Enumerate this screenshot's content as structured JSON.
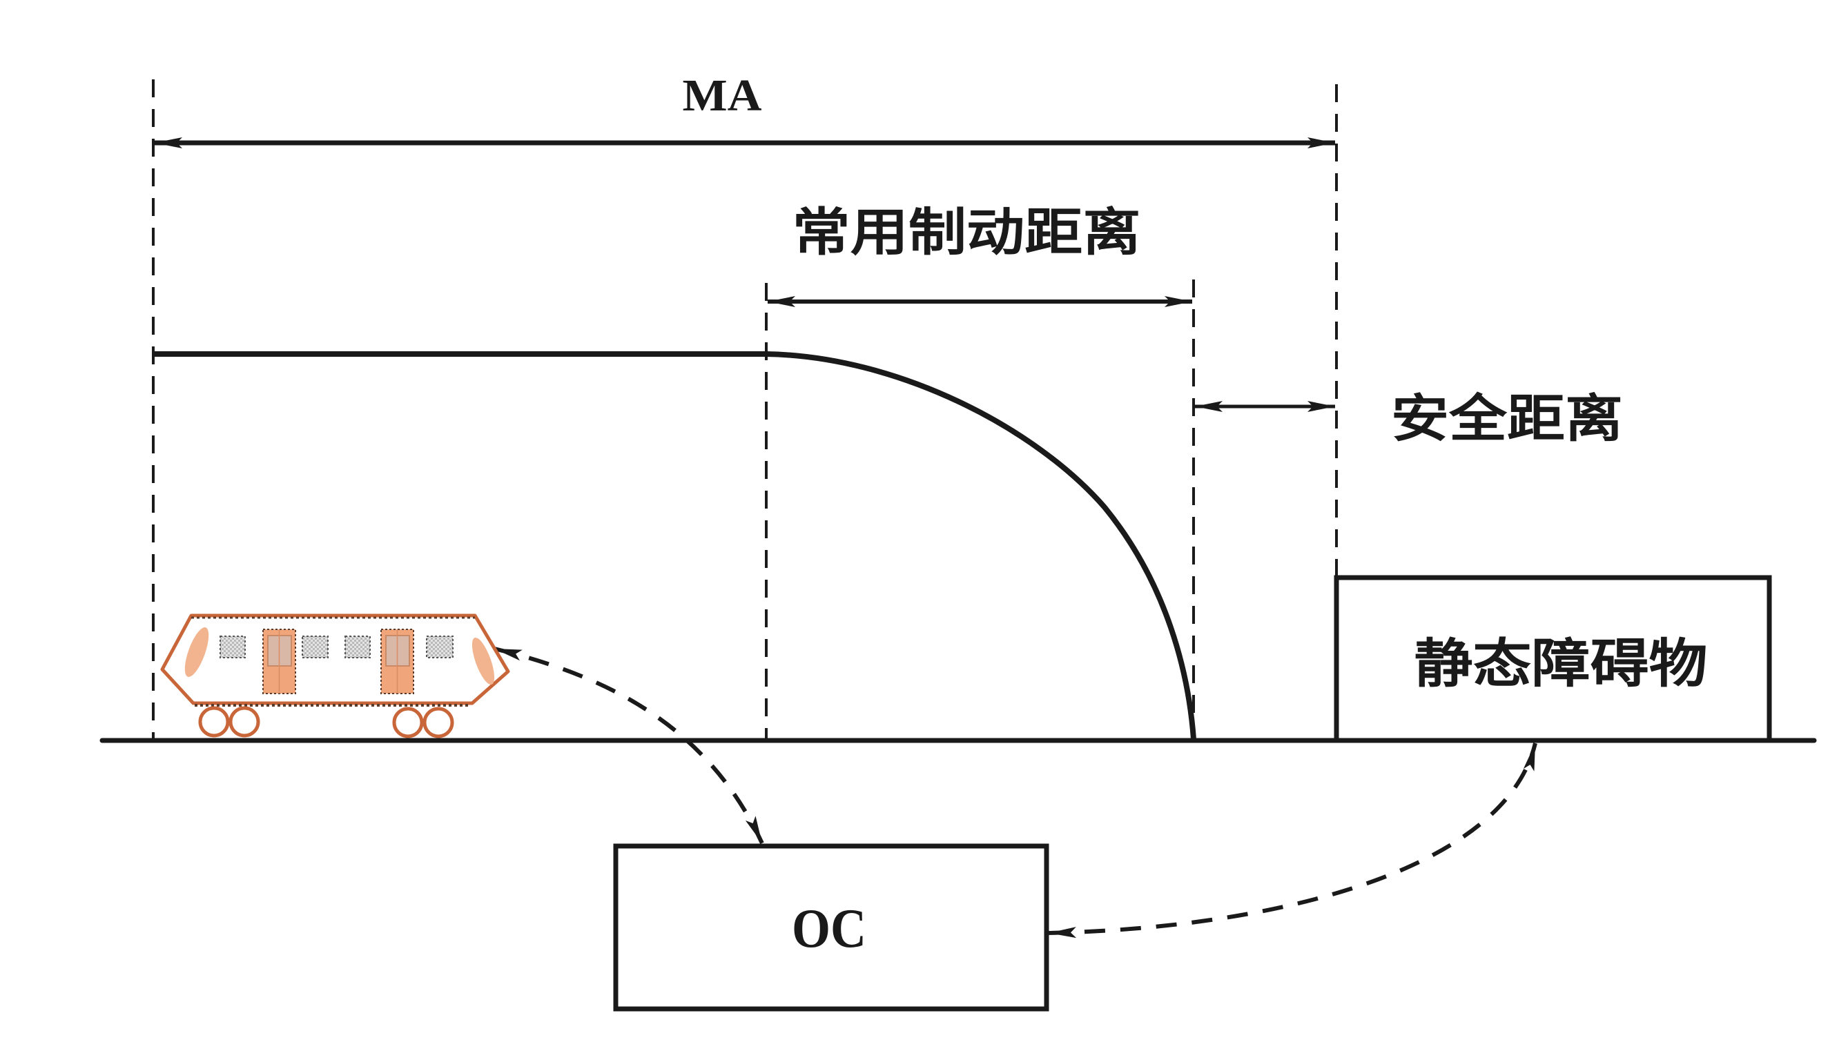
{
  "labels": {
    "ma": "MA",
    "service_brake_distance": "常用制动距离",
    "safety_distance": "安全距离",
    "static_obstacle": "静态障碍物",
    "oc": "OC"
  },
  "colors": {
    "line": "#1a1a1a",
    "train_outline": "#c8663a",
    "train_dots": "#5a3a2a",
    "door": "#f0a57a",
    "door_window": "#d9b8a8",
    "lamp": "#f2b48e",
    "window": "#c9c9c9",
    "background": "#ffffff"
  },
  "icons": {
    "train": "train-icon"
  }
}
